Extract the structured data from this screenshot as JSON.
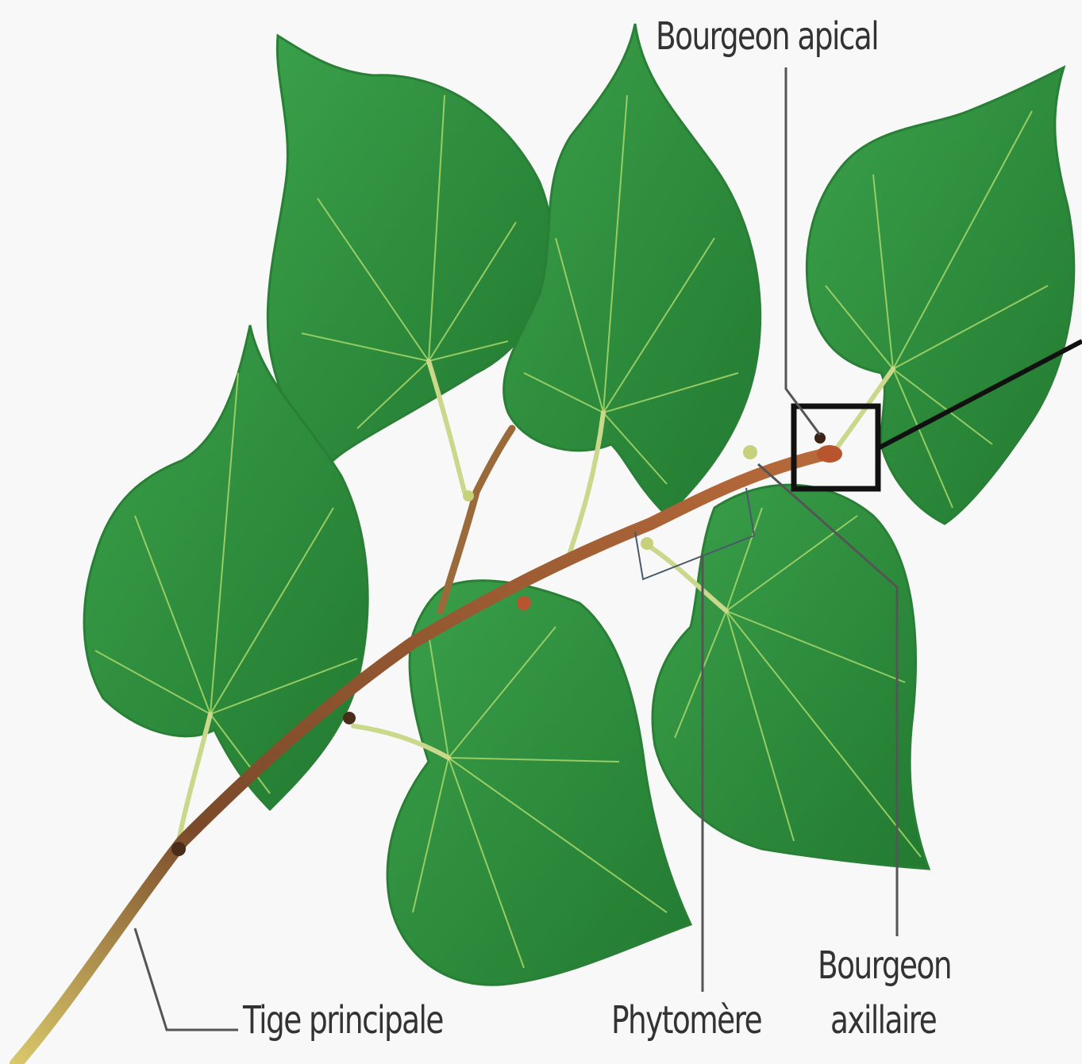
{
  "labels": {
    "apical_bud": "Bourgeon apical",
    "main_stem": "Tige principale",
    "phytomer": "Phytomère",
    "axillary_bud_line1": "Bourgeon",
    "axillary_bud_line2": "axillaire"
  },
  "colors": {
    "background": "#f7f8f7",
    "leaf": "#2f8f3e",
    "leaf_light": "#3fa54c",
    "leaf_dark": "#1f6f2c",
    "vein": "#a9d86a",
    "stem": "#9a5a33",
    "label_text": "#333333",
    "leader_line": "#555555"
  }
}
